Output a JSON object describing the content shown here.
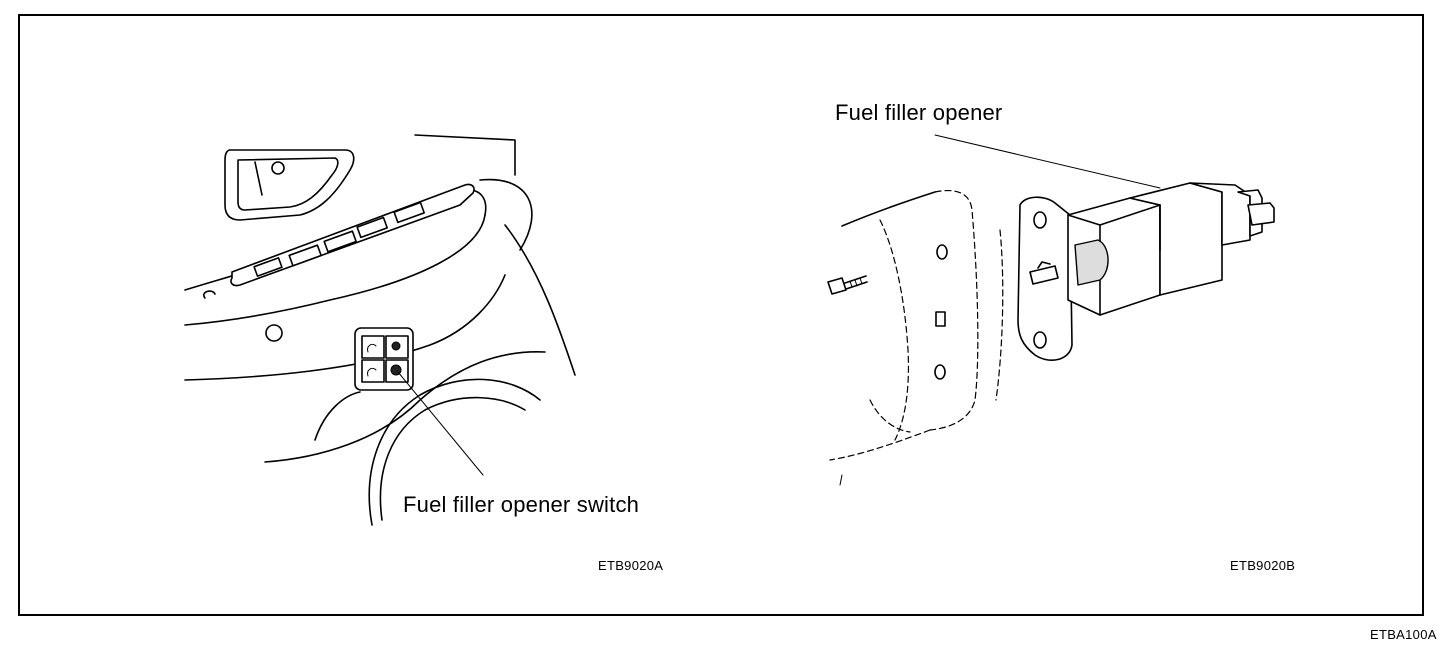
{
  "panels": [
    {
      "label": "Fuel filler opener switch",
      "code": "ETB9020A"
    },
    {
      "label": "Fuel filler opener",
      "code": "ETB9020B"
    }
  ],
  "figure_code": "ETBA100A"
}
